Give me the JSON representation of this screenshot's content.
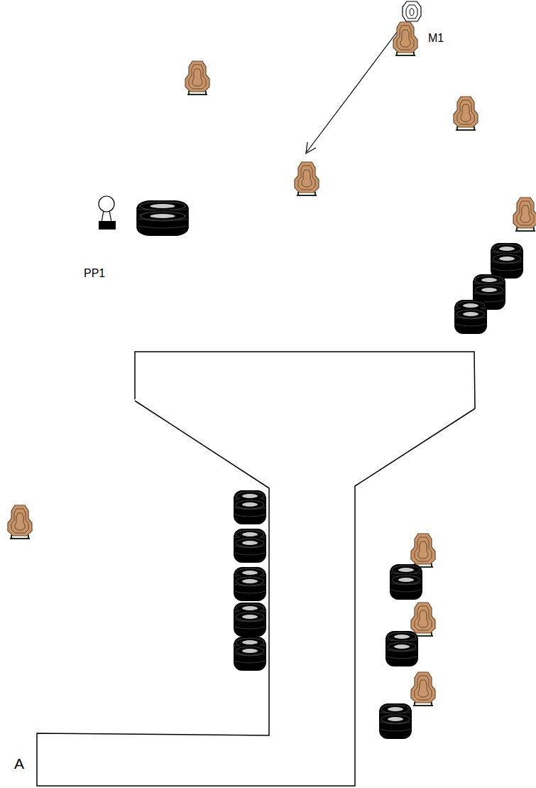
{
  "diagram": {
    "labels": [
      "M1",
      "PP1",
      "A"
    ]
  }
}
